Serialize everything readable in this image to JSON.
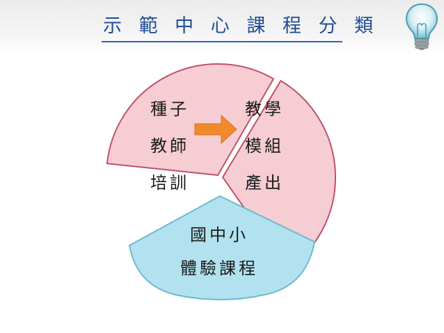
{
  "header": {
    "title": "示 範 中 心 課 程 分 類"
  },
  "diagram": {
    "segments": [
      {
        "lines": [
          "種子",
          "教師",
          "培訓"
        ],
        "color": "#f5cdd3",
        "border": "#c0506c"
      },
      {
        "lines": [
          "教學",
          "模組",
          "產出"
        ],
        "color": "#f5cdd3",
        "border": "#c0506c"
      },
      {
        "lines": [
          "國中小",
          "體驗課程"
        ],
        "color": "#b2e2ef",
        "border": "#6fb8d0"
      }
    ],
    "arrow": {
      "color": "#f08a2c"
    }
  },
  "icons": {
    "logo": "lightbulb-icon"
  }
}
